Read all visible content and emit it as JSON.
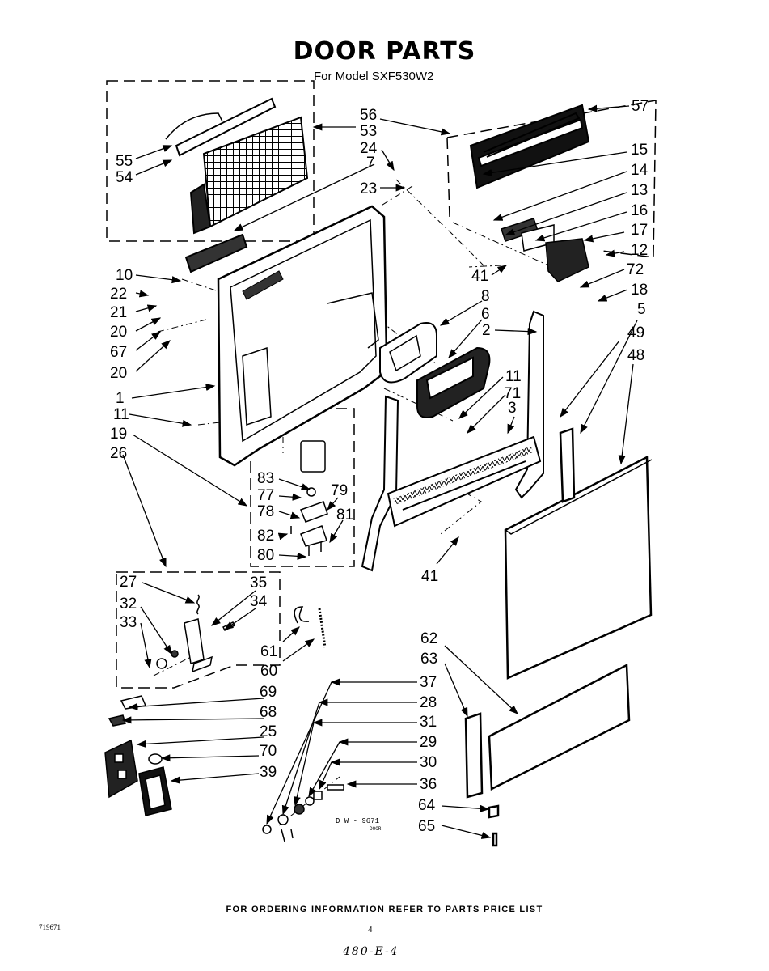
{
  "header": {
    "title": "DOOR PARTS",
    "subtitle": "For Model SXF530W2"
  },
  "footer": {
    "note": "FOR ORDERING INFORMATION REFER TO PARTS PRICE LIST",
    "doc_number": "719671",
    "page_number": "4",
    "handwritten": "480-E-4",
    "drawing_code": "D W - 9671",
    "drawing_sub": "DOOR"
  },
  "callouts": [
    {
      "id": "c57",
      "text": "57"
    },
    {
      "id": "c56",
      "text": "56"
    },
    {
      "id": "c53",
      "text": "53"
    },
    {
      "id": "c24",
      "text": "24"
    },
    {
      "id": "c7",
      "text": "7"
    },
    {
      "id": "c55",
      "text": "55"
    },
    {
      "id": "c54",
      "text": "54"
    },
    {
      "id": "c23",
      "text": "23"
    },
    {
      "id": "c15",
      "text": "15"
    },
    {
      "id": "c14",
      "text": "14"
    },
    {
      "id": "c13",
      "text": "13"
    },
    {
      "id": "c16",
      "text": "16"
    },
    {
      "id": "c17",
      "text": "17"
    },
    {
      "id": "c12",
      "text": "12"
    },
    {
      "id": "c72",
      "text": "72"
    },
    {
      "id": "c18",
      "text": "18"
    },
    {
      "id": "c41a",
      "text": "41"
    },
    {
      "id": "c8",
      "text": "8"
    },
    {
      "id": "c6",
      "text": "6"
    },
    {
      "id": "c2",
      "text": "2"
    },
    {
      "id": "c5",
      "text": "5"
    },
    {
      "id": "c49",
      "text": "49"
    },
    {
      "id": "c48",
      "text": "48"
    },
    {
      "id": "c10",
      "text": "10"
    },
    {
      "id": "c22",
      "text": "22"
    },
    {
      "id": "c21",
      "text": "21"
    },
    {
      "id": "c20a",
      "text": "20"
    },
    {
      "id": "c67",
      "text": "67"
    },
    {
      "id": "c20b",
      "text": "20"
    },
    {
      "id": "c1",
      "text": "1"
    },
    {
      "id": "c11a",
      "text": "11"
    },
    {
      "id": "c19",
      "text": "19"
    },
    {
      "id": "c26",
      "text": "26"
    },
    {
      "id": "c11b",
      "text": "11"
    },
    {
      "id": "c71",
      "text": "71"
    },
    {
      "id": "c3",
      "text": "3"
    },
    {
      "id": "c83",
      "text": "83"
    },
    {
      "id": "c77",
      "text": "77"
    },
    {
      "id": "c79",
      "text": "79"
    },
    {
      "id": "c78",
      "text": "78"
    },
    {
      "id": "c81",
      "text": "81"
    },
    {
      "id": "c82",
      "text": "82"
    },
    {
      "id": "c80",
      "text": "80"
    },
    {
      "id": "c41b",
      "text": "41"
    },
    {
      "id": "c27",
      "text": "27"
    },
    {
      "id": "c35",
      "text": "35"
    },
    {
      "id": "c32",
      "text": "32"
    },
    {
      "id": "c34",
      "text": "34"
    },
    {
      "id": "c33",
      "text": "33"
    },
    {
      "id": "c61",
      "text": "61"
    },
    {
      "id": "c60",
      "text": "60"
    },
    {
      "id": "c62",
      "text": "62"
    },
    {
      "id": "c63",
      "text": "63"
    },
    {
      "id": "c37",
      "text": "37"
    },
    {
      "id": "c69",
      "text": "69"
    },
    {
      "id": "c28",
      "text": "28"
    },
    {
      "id": "c68",
      "text": "68"
    },
    {
      "id": "c31",
      "text": "31"
    },
    {
      "id": "c25",
      "text": "25"
    },
    {
      "id": "c29",
      "text": "29"
    },
    {
      "id": "c70",
      "text": "70"
    },
    {
      "id": "c30",
      "text": "30"
    },
    {
      "id": "c39",
      "text": "39"
    },
    {
      "id": "c36",
      "text": "36"
    },
    {
      "id": "c64",
      "text": "64"
    },
    {
      "id": "c65",
      "text": "65"
    }
  ]
}
